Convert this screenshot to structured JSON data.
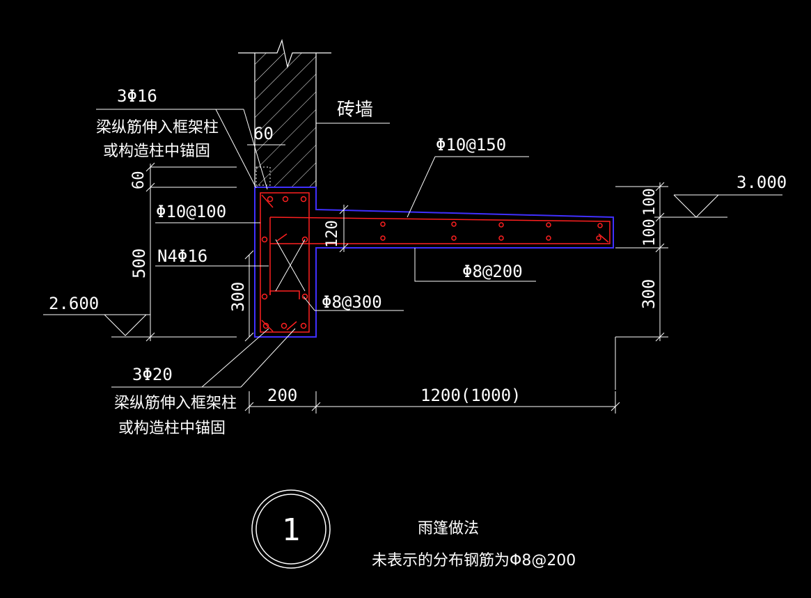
{
  "drawing": {
    "wall_label": "砖墙",
    "top_rebar_spec": "3Φ16",
    "top_rebar_note_line1": "梁纵筋伸入框架柱",
    "top_rebar_note_line2": "或构造柱中锚固",
    "bottom_rebar_spec": "3Φ20",
    "bottom_rebar_note_line1": "梁纵筋伸入框架柱",
    "bottom_rebar_note_line2": "或构造柱中锚固",
    "stirrup_spec": "Φ10@100",
    "side_bar_spec": "N4Φ16",
    "tie_spec": "Φ8@300",
    "slab_top_bar_spec": "Φ10@150",
    "slab_dist_bar_spec": "Φ8@200",
    "elevation_top": "3.000",
    "elevation_bottom": "2.600",
    "dims": {
      "wall_offset": "60",
      "left_top_gap": "60",
      "beam_height": "500",
      "lower_part": "300",
      "slab_thickness": "120",
      "right_top": "100",
      "right_mid": "100",
      "right_bottom": "300",
      "beam_width": "200",
      "canopy_length": "1200(1000)"
    },
    "detail_number": "1",
    "detail_title": "雨篷做法",
    "detail_note": "未表示的分布钢筋为Φ8@200"
  },
  "colors": {
    "background": "#000000",
    "line": "#ffffff",
    "rebar": "#ff2020",
    "outline": "#4030ff"
  }
}
